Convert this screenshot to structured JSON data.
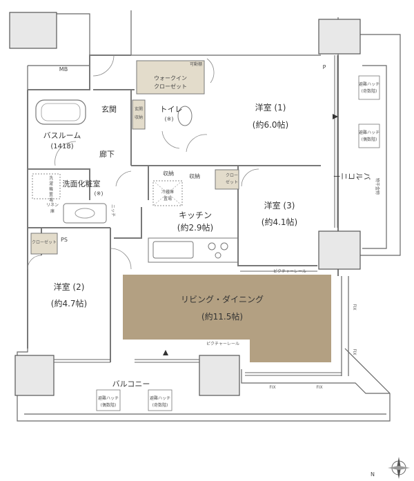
{
  "rooms": {
    "yoshitsu1": {
      "name": "洋室 (1)",
      "area": "(約6.0帖)"
    },
    "yoshitsu2": {
      "name": "洋室 (2)",
      "area": "(約4.7帖)"
    },
    "yoshitsu3": {
      "name": "洋室 (3)",
      "area": "(約4.1帖)"
    },
    "kitchen": {
      "name": "キッチン",
      "area": "(約2.9帖)"
    },
    "ld": {
      "name": "リビング・ダイニング",
      "area": "(約11.5帖)"
    },
    "bath": {
      "name": "バスルーム",
      "size": "(1418)"
    },
    "washroom": {
      "name": "洗面化粧室",
      "note": "(※)"
    },
    "toilet": {
      "name": "トイレ",
      "note": "(※)"
    },
    "genkan": "玄関",
    "rouka": "廊下",
    "balcony_bottom": "バルコニー",
    "balcony_right": "バルコニー"
  },
  "labels": {
    "mb": "MB",
    "ps": "PS",
    "p": "P",
    "walkin": "ウォークイン",
    "closet": "クローゼット",
    "kadotana": "可動棚",
    "genkan_shuno_1": "玄関",
    "genkan_shuno_2": "収納",
    "shuno_left": "収納",
    "shuno_right": "収納",
    "closet_small_1": "クロー",
    "closet_small_2": "ゼット",
    "closet_left": "クローゼット",
    "linen_1": "リネン",
    "linen_2": "庫",
    "sentaku_1": "洗",
    "sentaku_2": "濯",
    "sentaku_3": "機",
    "sentaku_4": "置",
    "sentaku_5": "場",
    "reizoko_1": "冷蔵庫",
    "reizoko_2": "置場",
    "niche": "ニッチ",
    "picture_rail_top": "ピクチャーレール",
    "picture_rail_bottom": "ピクチャーレール",
    "fix_1": "FIX",
    "fix_2": "FIX",
    "fix_3": "FIX",
    "fix_4": "FIX",
    "hatch_1a": "避難ハッチ",
    "hatch_1b": "(奇数階)",
    "hatch_2a": "避難ハッチ",
    "hatch_2b": "(偶数階)",
    "hatch_3a": "避難ハッチ",
    "hatch_3b": "(偶数階)",
    "hatch_4a": "避難ハッチ",
    "hatch_4b": "(奇数階)",
    "monohoshi_1": "物干金物",
    "compass": "N"
  },
  "colors": {
    "ld_floor": "#b3a082",
    "closet_fill": "#e3dccb",
    "wall": "#6b6b6b",
    "column": "#e8e8e8"
  }
}
